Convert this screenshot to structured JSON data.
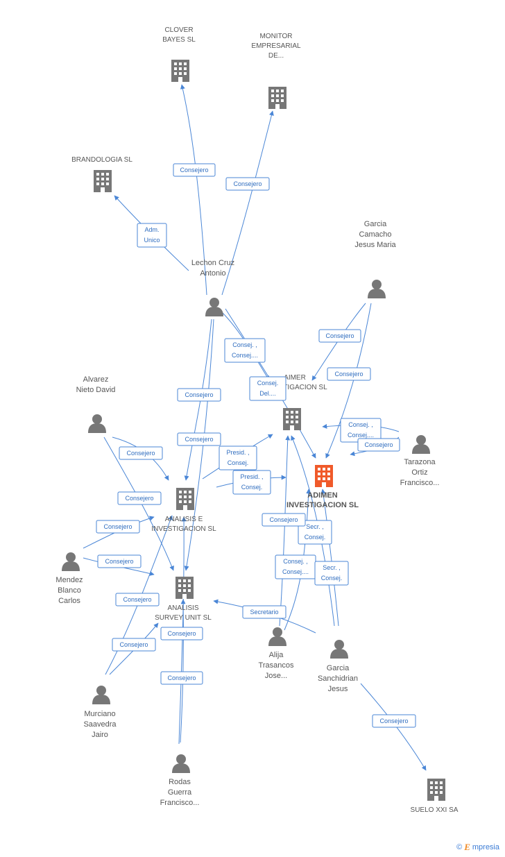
{
  "colors": {
    "edge": "#4a86d6",
    "node": "#777777",
    "main": "#f05a2a",
    "label": "#555555"
  },
  "nodes": [
    {
      "id": "clover",
      "type": "company",
      "label": [
        "CLOVER",
        "BAYES SL"
      ]
    },
    {
      "id": "monitor",
      "type": "company",
      "label": [
        "MONITOR",
        "EMPRESARIAL",
        "DE..."
      ]
    },
    {
      "id": "brandologia",
      "type": "company",
      "label": [
        "BRANDOLOGIA SL"
      ]
    },
    {
      "id": "lechon",
      "type": "person",
      "label": [
        "Lechon Cruz",
        "Antonio"
      ]
    },
    {
      "id": "garciacamacho",
      "type": "person",
      "label": [
        "Garcia",
        "Camacho",
        "Jesus Maria"
      ]
    },
    {
      "id": "aimer",
      "type": "company",
      "label": [
        "AIMER",
        "INVESTIGACION SL"
      ]
    },
    {
      "id": "adimen",
      "type": "main",
      "label": [
        "ADIMEN",
        "INVESTIGACION SL"
      ]
    },
    {
      "id": "tarazona",
      "type": "person",
      "label": [
        "Tarazona",
        "Ortiz",
        "Francisco..."
      ]
    },
    {
      "id": "alvarez",
      "type": "person",
      "label": [
        "Alvarez",
        "Nieto David"
      ]
    },
    {
      "id": "analisis",
      "type": "company",
      "label": [
        "ANALISIS E",
        "INVESTIGACION SL"
      ]
    },
    {
      "id": "mendez",
      "type": "person",
      "label": [
        "Mendez",
        "Blanco",
        "Carlos"
      ]
    },
    {
      "id": "survey",
      "type": "company",
      "label": [
        "ANALISIS",
        "SURVEY UNIT SL"
      ]
    },
    {
      "id": "alija",
      "type": "person",
      "label": [
        "Alija",
        "Trasancos",
        "Jose..."
      ]
    },
    {
      "id": "garciasanchidrian",
      "type": "person",
      "label": [
        "Garcia",
        "Sanchidrian",
        "Jesus"
      ]
    },
    {
      "id": "murciano",
      "type": "person",
      "label": [
        "Murciano",
        "Saavedra",
        "Jairo"
      ]
    },
    {
      "id": "rodas",
      "type": "person",
      "label": [
        "Rodas",
        "Guerra",
        "Francisco..."
      ]
    },
    {
      "id": "suelo",
      "type": "company",
      "label": [
        "SUELO XXI SA"
      ]
    }
  ],
  "edges": [
    {
      "id": "e1",
      "label": [
        "Consejero"
      ]
    },
    {
      "id": "e2",
      "label": [
        "Consejero"
      ]
    },
    {
      "id": "e3",
      "label": [
        "Adm.",
        "Unico"
      ]
    },
    {
      "id": "e4",
      "label": [
        "Consej. ,",
        "Consej...."
      ]
    },
    {
      "id": "e5",
      "label": [
        "Consej.",
        "Del...."
      ]
    },
    {
      "id": "e6",
      "label": [
        "Consejero"
      ]
    },
    {
      "id": "e7",
      "label": [
        "Consejero"
      ]
    },
    {
      "id": "e8",
      "label": [
        "Consejero"
      ]
    },
    {
      "id": "e9",
      "label": [
        "Consejero"
      ]
    },
    {
      "id": "e10",
      "label": [
        "Consej. ,",
        "Consej...."
      ]
    },
    {
      "id": "e11",
      "label": [
        "Consejero"
      ]
    },
    {
      "id": "e12",
      "label": [
        "Consejero"
      ]
    },
    {
      "id": "e13",
      "label": [
        "Presid. ,",
        "Consej."
      ]
    },
    {
      "id": "e14",
      "label": [
        "Presid. ,",
        "Consej."
      ]
    },
    {
      "id": "e15",
      "label": [
        "Consejero"
      ]
    },
    {
      "id": "e16",
      "label": [
        "Consejero"
      ]
    },
    {
      "id": "e17",
      "label": [
        "Consejero"
      ]
    },
    {
      "id": "e18",
      "label": [
        "Consejero"
      ]
    },
    {
      "id": "e19",
      "label": [
        "Consejero"
      ]
    },
    {
      "id": "e20",
      "label": [
        "Consejero"
      ]
    },
    {
      "id": "e21",
      "label": [
        "Consejero"
      ]
    },
    {
      "id": "e22",
      "label": [
        "Secr. ,",
        "Consej."
      ]
    },
    {
      "id": "e23",
      "label": [
        "Consej. ,",
        "Consej...."
      ]
    },
    {
      "id": "e24",
      "label": [
        "Secr. ,",
        "Consej."
      ]
    },
    {
      "id": "e25",
      "label": [
        "Secretario"
      ]
    },
    {
      "id": "e26",
      "label": [
        "Consejero"
      ]
    }
  ],
  "footer": {
    "copyright": "©",
    "brand_initial": "E",
    "brand_rest": "mpresia"
  }
}
